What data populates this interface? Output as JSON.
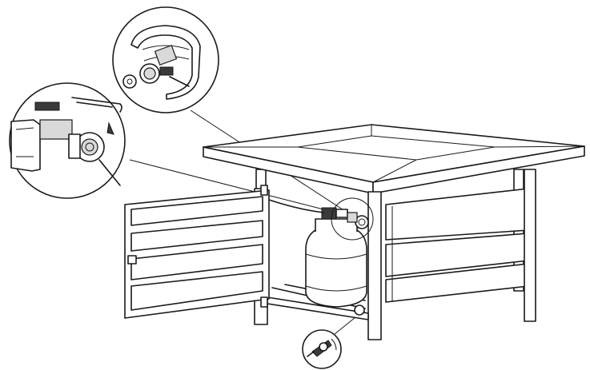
{
  "figure": {
    "background": "#ffffff",
    "line_color": "#1a1a1a",
    "subject": "fire-pit-table-with-propane-tank",
    "callouts": [
      "regulator-valve-detail",
      "hose-connection-detail",
      "tank-bracket-detail"
    ]
  }
}
